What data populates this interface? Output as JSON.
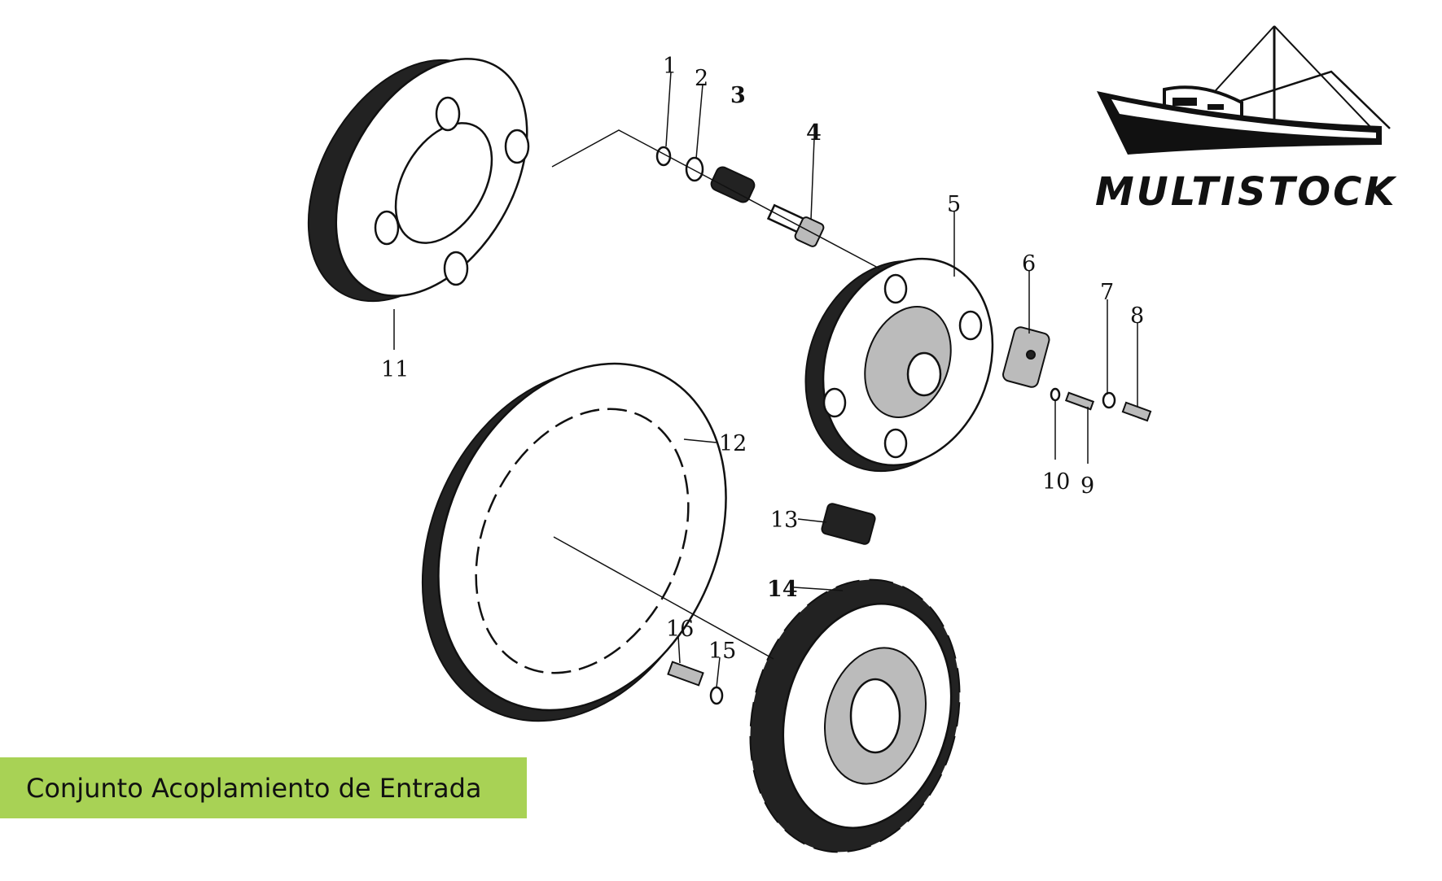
{
  "title": "Conjunto Acoplamiento de Entrada",
  "logo": {
    "brand": "MULTISTOCK"
  },
  "part_labels": [
    "1",
    "2",
    "3",
    "4",
    "5",
    "6",
    "7",
    "8",
    "9",
    "10",
    "11",
    "12",
    "13",
    "14",
    "15",
    "16"
  ],
  "colors": {
    "caption_bg": "#a8d255",
    "ink": "#111111"
  }
}
